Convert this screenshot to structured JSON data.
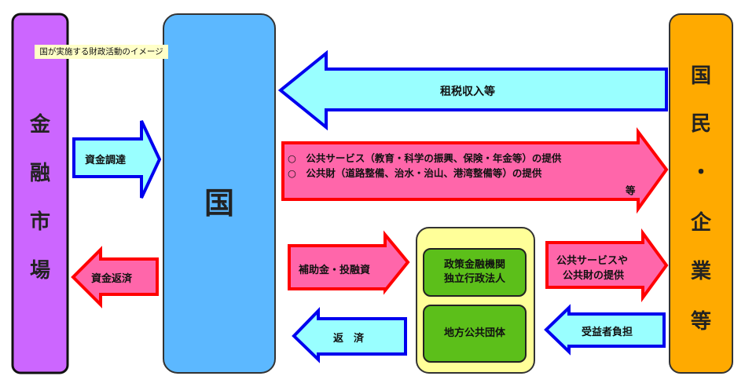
{
  "tooltip": "国が実施する財政活動のイメージ",
  "market": {
    "chars": [
      "金",
      "融",
      "市",
      "場"
    ]
  },
  "state": {
    "label": "国"
  },
  "people": {
    "chars": [
      "国",
      "民",
      "・",
      "企",
      "業",
      "等"
    ]
  },
  "arrows": {
    "fund_raising": "資金調達",
    "repayment_to_market": "資金返済",
    "tax_revenue": "租税収入等",
    "public_services_line1": "○　公共サービス（教育・科学の振興、保険・年金等）の提供",
    "public_services_line2": "○　公共財（道路整備、治水・治山、港湾整備等）の提供",
    "public_services_etc": "等",
    "subsidies": "補助金・投融資",
    "repayment": "返　済",
    "services_provision_line1": "公共サービスや",
    "services_provision_line2": "公共財の提供",
    "beneficiary_burden": "受益者負担"
  },
  "agencies": {
    "box1_line1": "政策金融機関",
    "box1_line2": "独立行政法人",
    "box2": "地方公共団体"
  },
  "colors": {
    "purple": "#cc66ff",
    "blue": "#5cb8ff",
    "orange": "#ffaa00",
    "cyan": "#99ffff",
    "pink": "#ff66aa",
    "yellow": "#ffff99",
    "green": "#5cbf1a"
  }
}
